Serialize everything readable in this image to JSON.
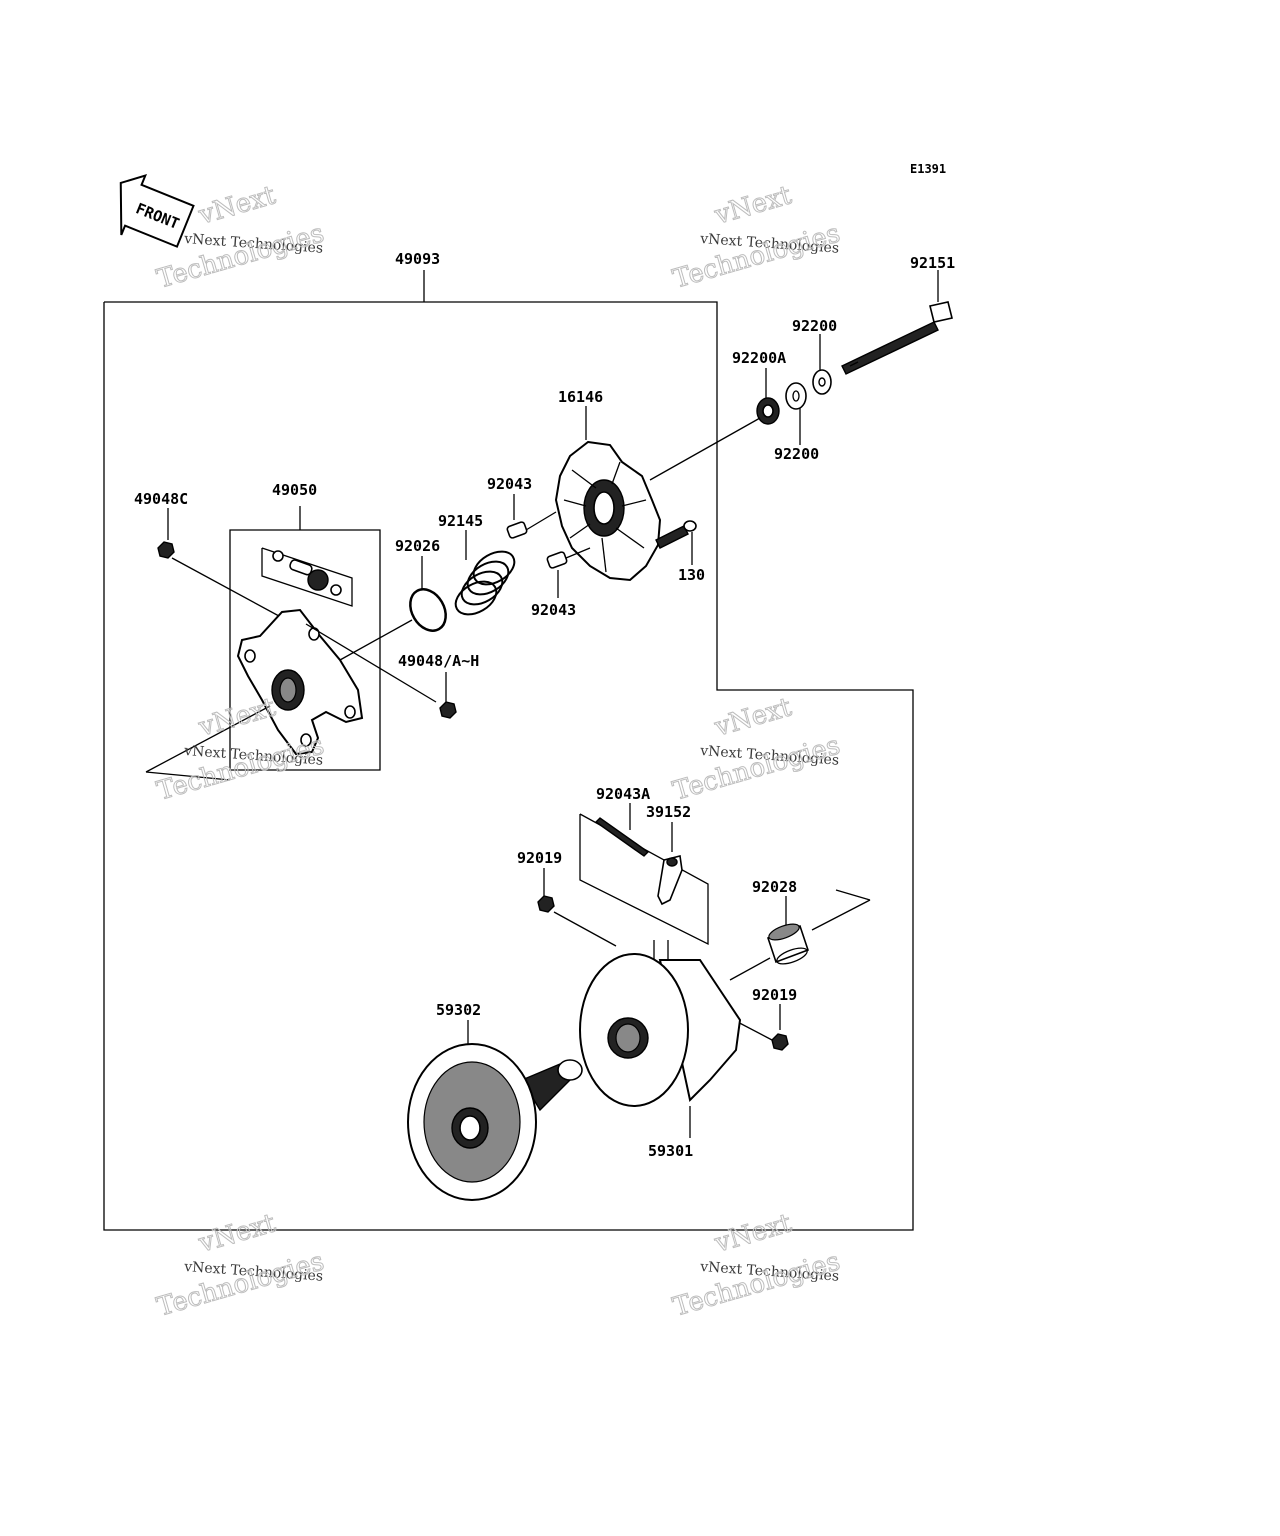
{
  "diagram_code": "E1391",
  "front_label": "FRONT",
  "watermark": {
    "line1": "vNext Technologies",
    "line2": "Technologies",
    "line3": "vNext"
  },
  "part_labels": [
    {
      "id": "49093",
      "text": "49093"
    },
    {
      "id": "92151",
      "text": "92151"
    },
    {
      "id": "92200-top",
      "text": "92200"
    },
    {
      "id": "92200A",
      "text": "92200A"
    },
    {
      "id": "92200-bottom",
      "text": "92200"
    },
    {
      "id": "16146",
      "text": "16146"
    },
    {
      "id": "92043-top",
      "text": "92043"
    },
    {
      "id": "92145",
      "text": "92145"
    },
    {
      "id": "92026",
      "text": "92026"
    },
    {
      "id": "49048C",
      "text": "49048C"
    },
    {
      "id": "49050",
      "text": "49050"
    },
    {
      "id": "130",
      "text": "130"
    },
    {
      "id": "92043-bottom",
      "text": "92043"
    },
    {
      "id": "49048-A-H",
      "text": "49048/A~H"
    },
    {
      "id": "92043A",
      "text": "92043A"
    },
    {
      "id": "39152",
      "text": "39152"
    },
    {
      "id": "92019-left",
      "text": "92019"
    },
    {
      "id": "92028",
      "text": "92028"
    },
    {
      "id": "92019-right",
      "text": "92019"
    },
    {
      "id": "59302",
      "text": "59302"
    },
    {
      "id": "59301",
      "text": "59301"
    }
  ]
}
